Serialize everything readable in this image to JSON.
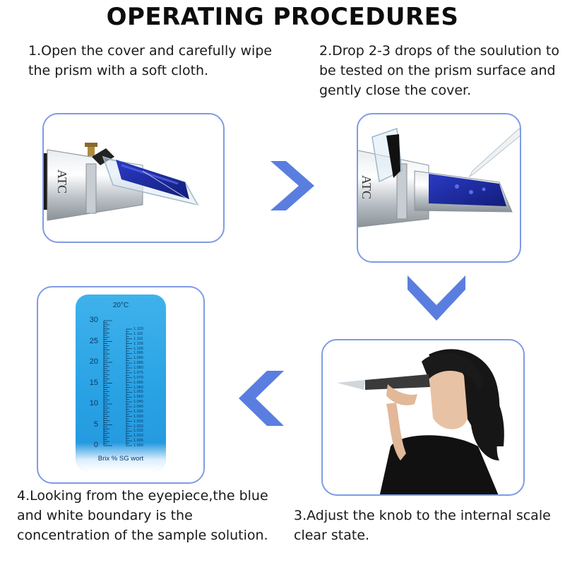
{
  "title": "OPERATING PROCEDURES",
  "steps": {
    "step1": "1.Open the cover and carefully wipe the prism with a soft cloth.",
    "step2": "2.Drop 2-3 drops of the soulution to be tested on the prism surface and gently close the cover.",
    "step3": "3.Adjust the knob to the internal scale clear state.",
    "step4": "4.Looking from the eyepiece,the blue and white boundary is the concentration of the sample solution."
  },
  "device_label": "ATC",
  "scale": {
    "temperature": "20°C",
    "brix_ticks": [
      "30",
      "25",
      "20",
      "15",
      "10",
      "5",
      "0"
    ],
    "sg_ticks": [
      "1.120",
      "1.115",
      "1.110",
      "1.105",
      "1.100",
      "1.095",
      "1.090",
      "1.085",
      "1.080",
      "1.075",
      "1.070",
      "1.065",
      "1.060",
      "1.055",
      "1.050",
      "1.045",
      "1.040",
      "1.035",
      "1.030",
      "1.025",
      "1.020",
      "1.015",
      "1.010",
      "1.005",
      "1.000"
    ],
    "footer": "Brix % SG wort"
  },
  "colors": {
    "panel_border": "#7f9be6",
    "arrow": "#5a7ee0",
    "scale_blue": "#2ba3e6",
    "prism_blue": "#1e2a9c"
  },
  "icons": {
    "arrow_right": "chevron-right-icon",
    "arrow_down": "chevron-down-icon",
    "arrow_left": "chevron-left-icon"
  }
}
